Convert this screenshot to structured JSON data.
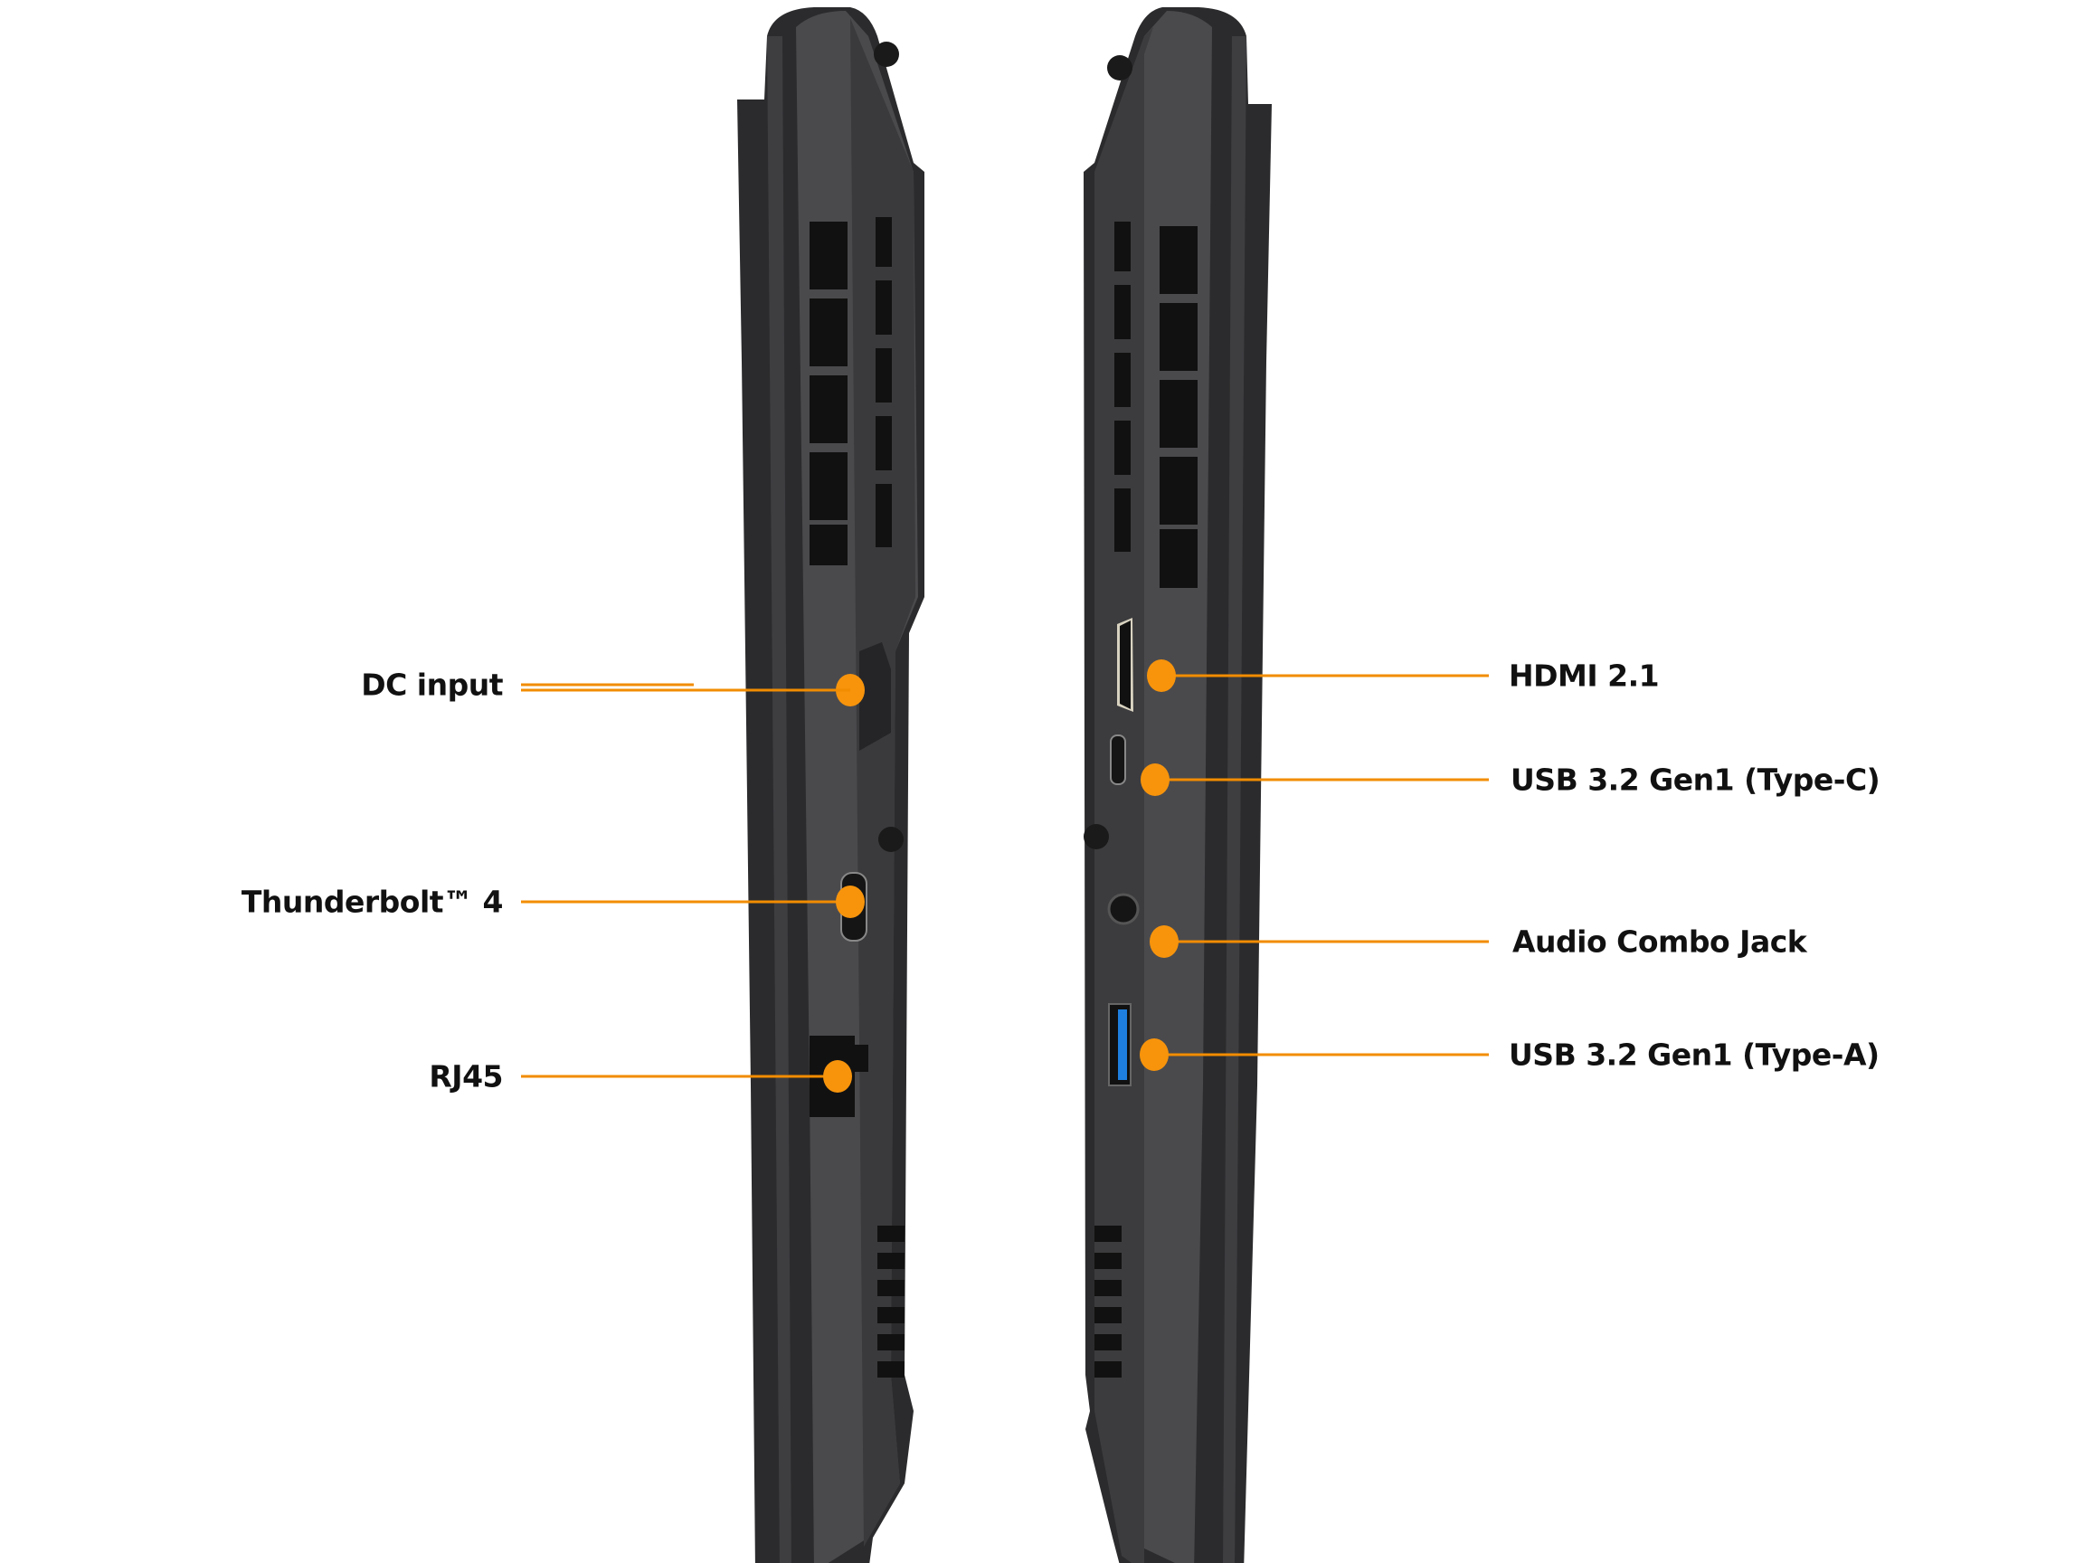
{
  "accent_color": "#f7940c",
  "left_side": {
    "ports": [
      {
        "label": "DC input"
      },
      {
        "label": "Thunderbolt™ 4"
      },
      {
        "label": "RJ45"
      }
    ]
  },
  "right_side": {
    "ports": [
      {
        "label": "HDMI 2.1"
      },
      {
        "label": "USB 3.2 Gen1 (Type-C)"
      },
      {
        "label": "Audio Combo Jack"
      },
      {
        "label": "USB 3.2 Gen1 (Type-A)"
      }
    ]
  }
}
